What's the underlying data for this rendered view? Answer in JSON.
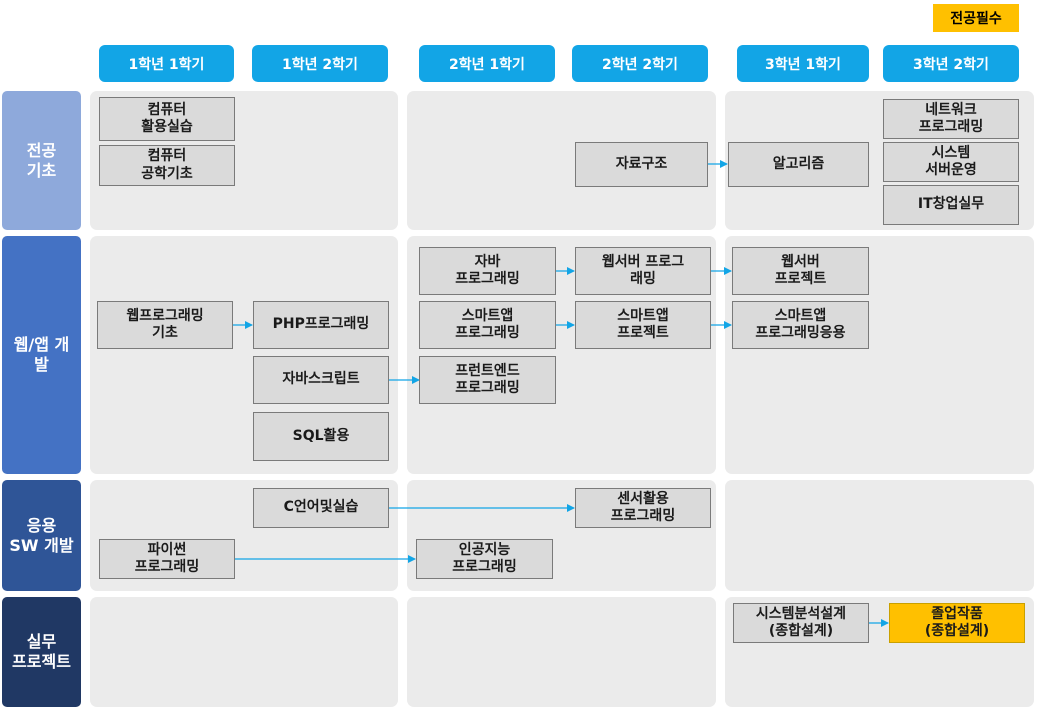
{
  "legend": {
    "required_label": "전공필수",
    "required_color": "#ffc000"
  },
  "semesters": [
    "1학년 1학기",
    "1학년 2학기",
    "2학년 1학기",
    "2학년 2학기",
    "3학년 1학기",
    "3학년 2학기"
  ],
  "categories": [
    {
      "label": "전공\n기초",
      "color": "#8ea9db"
    },
    {
      "label": "웹/앱 개\n발",
      "color": "#4472c4"
    },
    {
      "label": "응용\nSW 개발",
      "color": "#2f5597"
    },
    {
      "label": "실무\n프로젝트",
      "color": "#203864"
    }
  ],
  "courses": {
    "computer_practice": "컴퓨터\n활용실습",
    "computer_engineering": "컴퓨터\n공학기초",
    "data_structures": "자료구조",
    "algorithms": "알고리즘",
    "network_programming": "네트워크\n프로그래밍",
    "system_server": "시스템\n서버운영",
    "it_startup": "IT창업실무",
    "web_programming_basics": "웹프로그래밍\n기초",
    "php_programming": "PHP프로그래밍",
    "javascript": "자바스크립트",
    "sql": "SQL활용",
    "java_programming": "자바\n프로그래밍",
    "smartapp_programming": "스마트앱\n프로그래밍",
    "frontend_programming": "프런트엔드\n프로그래밍",
    "webserver_programming": "웹서버 프로그\n래밍",
    "smartapp_project": "스마트앱\n프로젝트",
    "webserver_project": "웹서버\n프로젝트",
    "smartapp_applied": "스마트앱\n프로그래밍응용",
    "c_language": "C언어및실습",
    "python_programming": "파이썬\n프로그래밍",
    "ai_programming": "인공지능\n프로그래밍",
    "sensor_programming": "센서활용\n프로그래밍",
    "system_analysis": "시스템분석설계\n(종합설계)",
    "graduation_work": "졸업작품\n(종합설계)"
  },
  "arrow_color": "#12a5e6"
}
